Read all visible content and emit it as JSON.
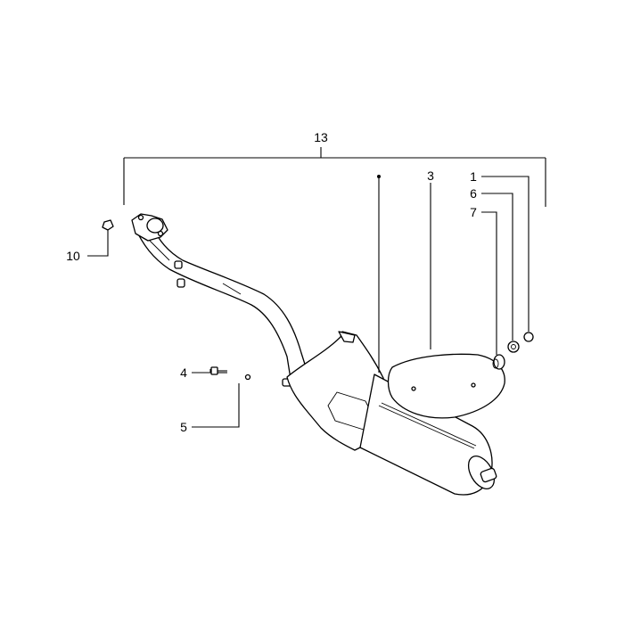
{
  "callouts": {
    "c13": "13",
    "c3": "3",
    "c1": "1",
    "c6": "6",
    "c7": "7",
    "c10": "10",
    "c4": "4",
    "c5": "5"
  },
  "colors": {
    "line": "#000000",
    "background": "#ffffff"
  }
}
